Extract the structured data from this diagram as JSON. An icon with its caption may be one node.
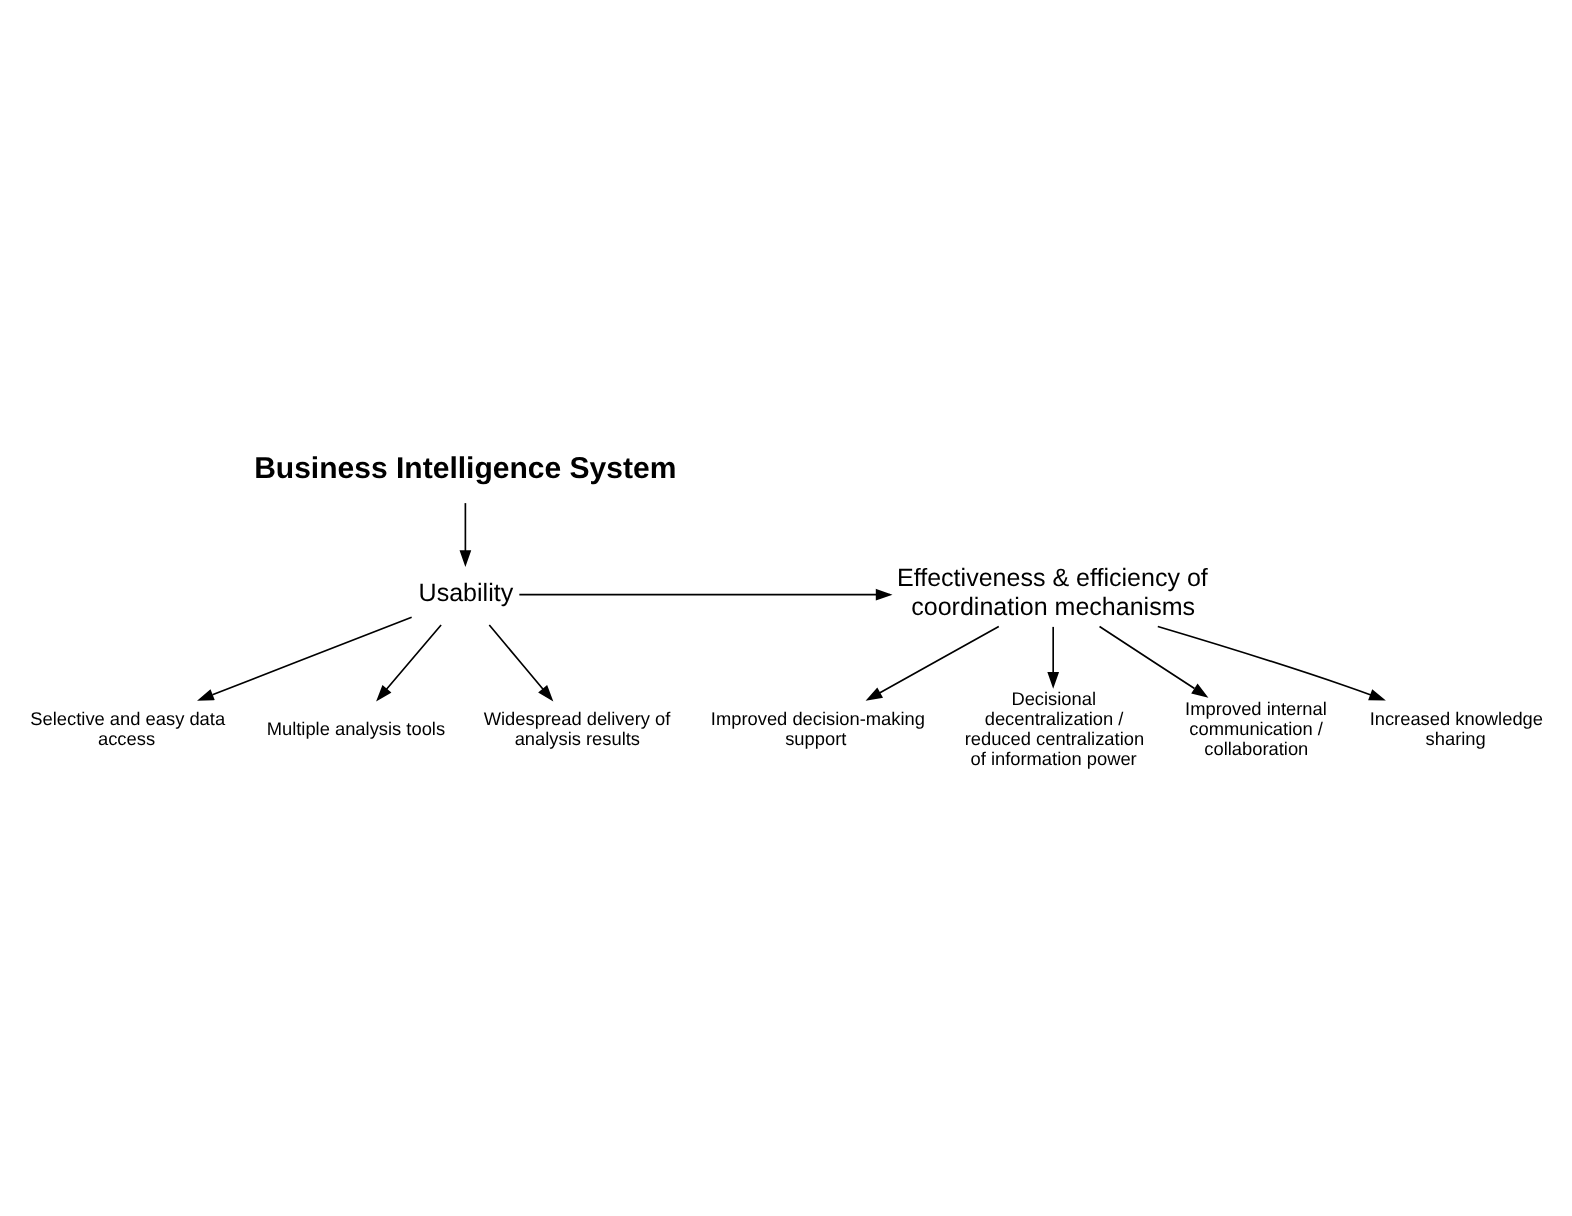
{
  "diagram": {
    "nodes": [
      {
        "text": [
          "Business Intelligence System"
        ]
      },
      {
        "text": [
          "Usability"
        ]
      },
      {
        "text": [
          "Effectiveness & efficiency of coordination mechanisms"
        ]
      },
      {
        "text": [
          "Selective and easy data access"
        ]
      },
      {
        "text": [
          "Multiple analysis tools"
        ]
      },
      {
        "text": [
          "Widespread delivery of analysis results"
        ]
      },
      {
        "text": [
          "Improved decision-making support"
        ]
      },
      {
        "text": [
          "Decisional decentralization / reduced centralization of information power"
        ]
      },
      {
        "text": [
          "Improved internal communication / collaboration"
        ]
      },
      {
        "text": [
          "Increased knowledge sharing"
        ]
      }
    ],
    "edges": [
      {
        "from": 0,
        "to": 1,
        "arrow": "to"
      },
      {
        "from": 1,
        "to": 2,
        "arrow": "to"
      },
      {
        "from": 1,
        "to": 3,
        "arrow": "to"
      },
      {
        "from": 1,
        "to": 4,
        "arrow": "to"
      },
      {
        "from": 1,
        "to": 5,
        "arrow": "to"
      },
      {
        "from": 2,
        "to": 6,
        "arrow": "to"
      },
      {
        "from": 2,
        "to": 7,
        "arrow": "to"
      },
      {
        "from": 2,
        "to": 8,
        "arrow": "to"
      },
      {
        "from": 2,
        "to": 9,
        "arrow": "to"
      }
    ]
  }
}
